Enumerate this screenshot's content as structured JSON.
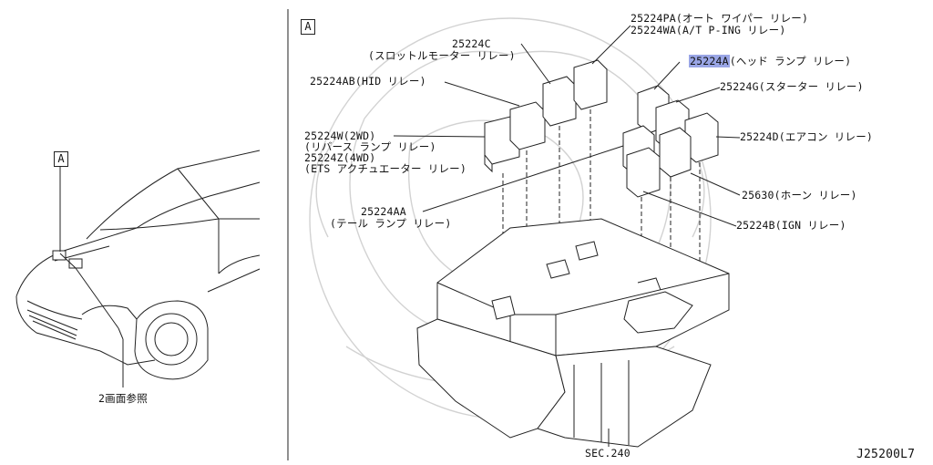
{
  "box_a_left": "A",
  "box_a_right": "A",
  "ref_note": "2画面参照",
  "labels": {
    "pa": "25224PA(オート ワイパー リレー)",
    "wa": "25224WA(A/T P-ING リレー)",
    "c_code": "25224C",
    "c_name": "(スロットルモーター リレー)",
    "a_code": "25224A",
    "a_name": "(ヘッド ランプ リレー)",
    "ab": "25224AB(HID リレー)",
    "g": "25224G(スターター リレー)",
    "w1": "25224W(2WD)",
    "w2": "(リバース ランプ リレー)",
    "z1": "25224Z(4WD)",
    "z2": "(ETS アクチュエーター リレー)",
    "d": "25224D(エアコン リレー)",
    "horn": "25630(ホーン リレー)",
    "aa_code": "25224AA",
    "aa_name": "(テール ランプ リレー)",
    "b": "25224B(IGN リレー)",
    "sec": "SEC.240",
    "code": "J25200L7"
  },
  "highlight_color": "#9aa6e6"
}
